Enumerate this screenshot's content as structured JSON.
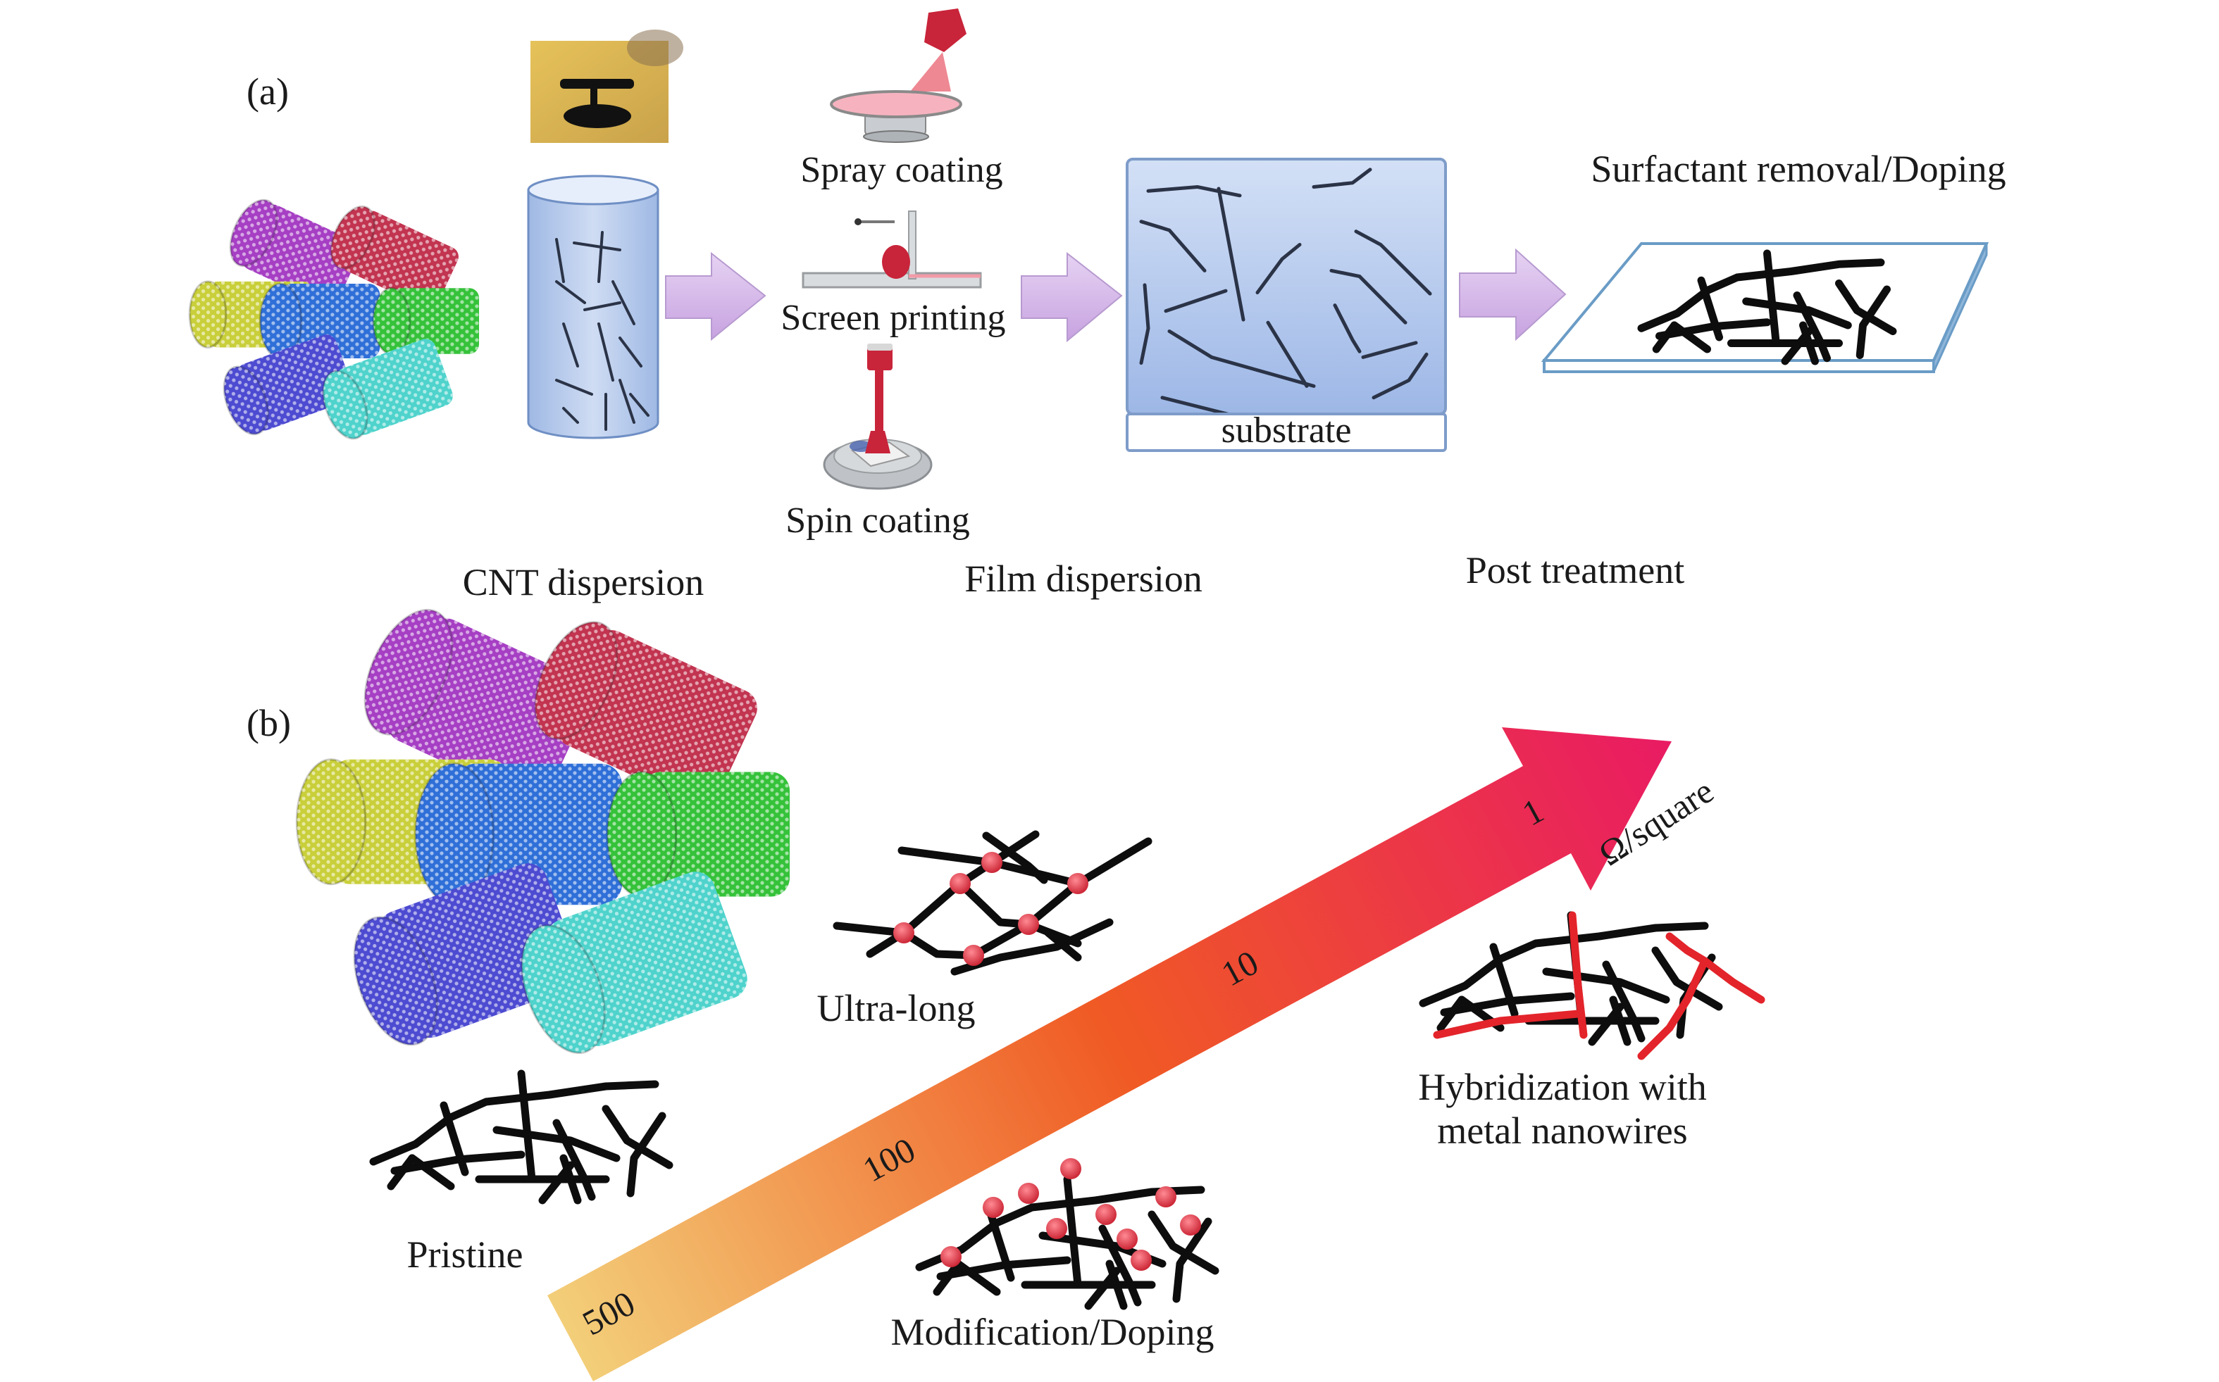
{
  "panels": {
    "a": {
      "label": "(a)",
      "methods": {
        "spray": "Spray coating",
        "screen": "Screen printing",
        "spin": "Spin coating"
      },
      "substrate_label": "substrate",
      "post_step": "Surfactant removal/Doping",
      "stages": {
        "cnt": "CNT dispersion",
        "film": "Film dispersion",
        "post": "Post treatment"
      }
    },
    "b": {
      "label": "(b)",
      "categories": {
        "ultra_long": "Ultra-long",
        "pristine": "Pristine",
        "modification": "Modification/Doping",
        "hybrid_line1": "Hybridization with",
        "hybrid_line2": "metal nanowires"
      },
      "scale": {
        "unit": "Ω/square",
        "ticks": [
          "500",
          "100",
          "10",
          "1"
        ]
      }
    }
  },
  "colors": {
    "arrow_start": "#f3d27c",
    "arrow_mid": "#f05a24",
    "arrow_end": "#e91b63",
    "process_arrow": "#d7b8ea",
    "film_fill": "#a9c0ea",
    "doping_node": "#e0303f",
    "metal_wire": "#e3242b",
    "tube_colors": [
      "#a63fc4",
      "#c23450",
      "#c9cf3a",
      "#2f6fd8",
      "#35c23a",
      "#4d4bd1",
      "#4fd3cc"
    ]
  }
}
